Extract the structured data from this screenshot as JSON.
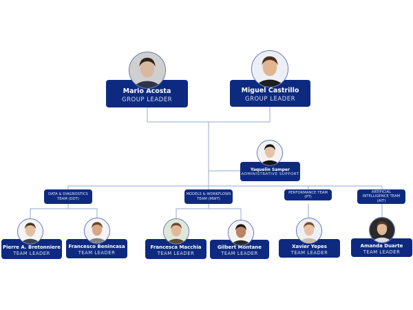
{
  "leaders": [
    {
      "name": "Mario Acosta",
      "role": "GROUP LEADER"
    },
    {
      "name": "Miguel Castrillo",
      "role": "GROUP LEADER"
    }
  ],
  "admin": {
    "name": "Yaquelin Samper",
    "role": "ADMINISTRATIVE SUPPORT"
  },
  "teams": [
    {
      "label": "DATA & DIAGNOSTICS TEAM (DDT)"
    },
    {
      "label": "MODELS & WORKFLOWS TEAM (MWT)"
    },
    {
      "label": "PERFORMANCE TEAM (PT)"
    },
    {
      "label": "ARTIFICIAL INTELLIGENCE TEAM (AIT)"
    }
  ],
  "team_leaders": [
    {
      "name": "Pierre A. Bretonniere",
      "role": "TEAM LEADER"
    },
    {
      "name": "Francesco Benincasa",
      "role": "TEAM LEADER"
    },
    {
      "name": "Francesca Macchia",
      "role": "TEAM LEADER"
    },
    {
      "name": "Gilbert Montane",
      "role": "TEAM LEADER"
    },
    {
      "name": "Xavier Yepes",
      "role": "TEAM LEADER"
    },
    {
      "name": "Amanda Duarte",
      "role": "TEAM LEADER"
    }
  ],
  "colors": {
    "box": "#0e2a80",
    "line": "#a9b6d8"
  }
}
